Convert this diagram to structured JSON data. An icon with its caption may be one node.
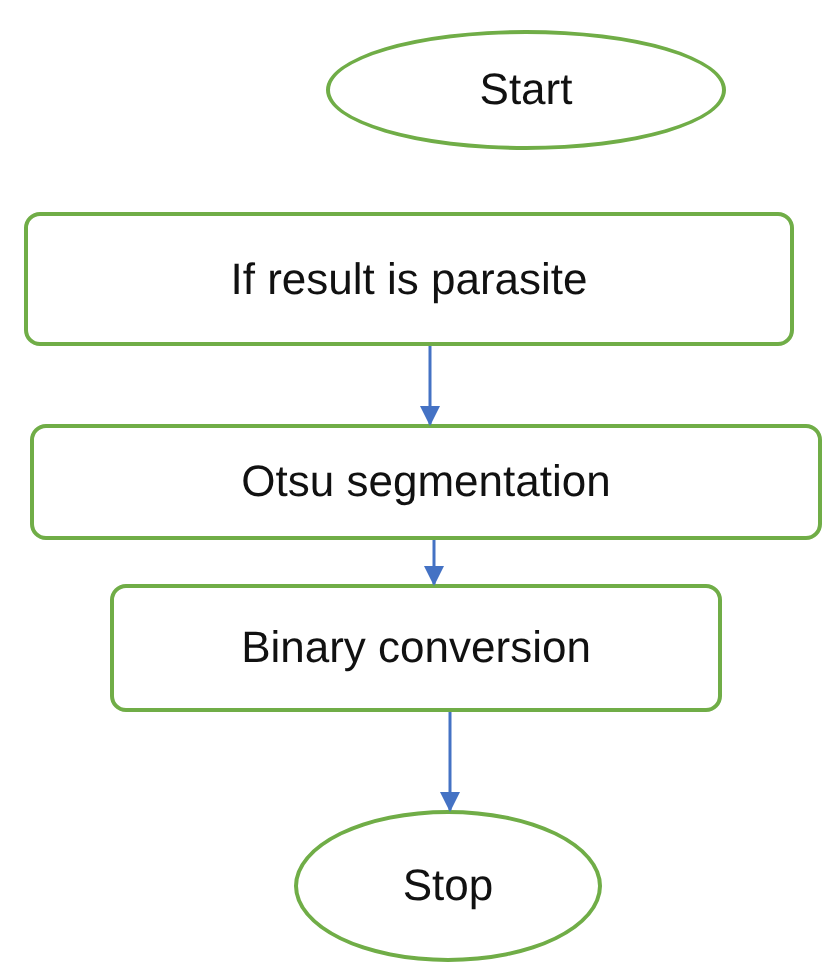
{
  "diagram": {
    "nodes": [
      {
        "text": [
          "Start"
        ]
      },
      {
        "text": [
          "If result is parasite"
        ]
      },
      {
        "text": [
          "Otsu segmentation"
        ]
      },
      {
        "text": [
          "Binary conversion"
        ]
      },
      {
        "text": [
          "Stop"
        ]
      }
    ],
    "edges": [
      {
        "from": 1,
        "to": 2,
        "arrow": "to"
      },
      {
        "from": 2,
        "to": 3,
        "arrow": "to"
      },
      {
        "from": 3,
        "to": 4,
        "arrow": "to"
      }
    ]
  }
}
